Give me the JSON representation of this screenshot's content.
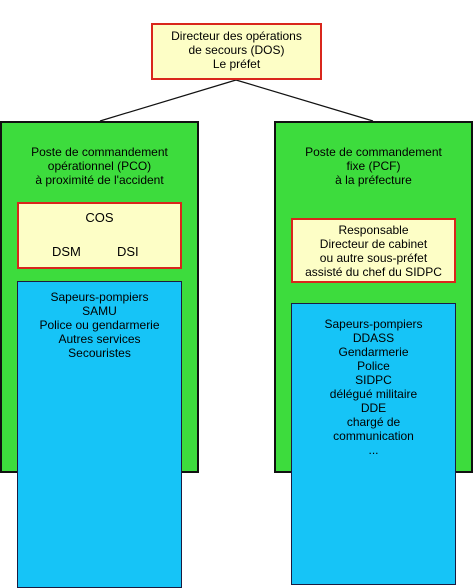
{
  "dos": {
    "lines": [
      "Directeur des opérations",
      "de secours (DOS)",
      "Le préfet"
    ]
  },
  "pco": {
    "title_lines": [
      "Poste de commandement",
      "opérationnel (PCO)",
      "à proximité de l'accident"
    ],
    "cos": {
      "top": "COS",
      "left": "DSM",
      "right": "DSI"
    },
    "services": [
      "Sapeurs-pompiers",
      "SAMU",
      "Police ou gendarmerie",
      "Autres services",
      "Secouristes"
    ]
  },
  "pcf": {
    "title_lines": [
      "Poste de commandement",
      "fixe (PCF)",
      "à la préfecture"
    ],
    "responsable": [
      "Responsable",
      "Directeur de cabinet",
      "ou autre sous-préfet",
      "assisté du chef du SIDPC"
    ],
    "services": [
      "Sapeurs-pompiers",
      "DDASS",
      "Gendarmerie",
      "Police",
      "SIDPC",
      "délégué militaire",
      "DDE",
      "chargé de",
      "communication",
      "..."
    ]
  },
  "colors": {
    "panel_green": "#3ddc3d",
    "box_yellow": "#fdfec6",
    "box_border_red": "#d9261c",
    "box_blue": "#16c4f7"
  }
}
